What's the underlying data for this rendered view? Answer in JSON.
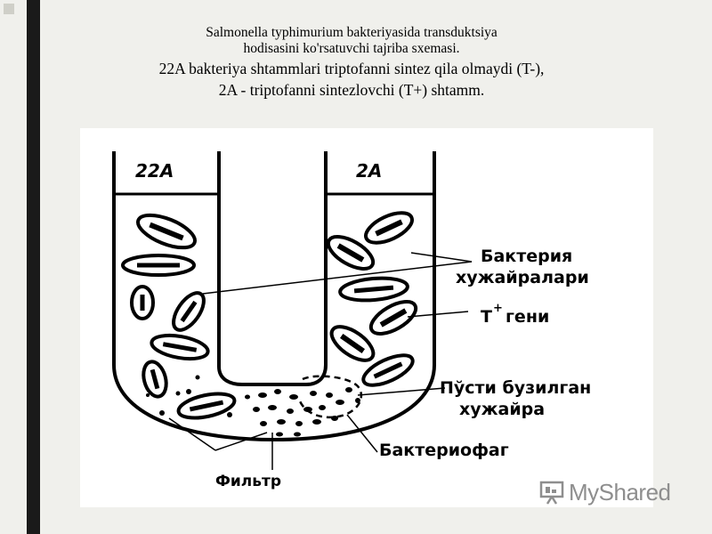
{
  "slide": {
    "title_line1": "Salmonella typhimurium bakteriyasida transduktsiya",
    "title_line2": "hodisasini ko'rsatuvchi tajriba sxemasi.",
    "title_line3": "22A bakteriya shtammlari triptofanni sintez qila olmaydi (T-),",
    "title_line4": "2A - triptofanni sintezlovchi (T+) shtamm."
  },
  "diagram": {
    "left_arm_label": "22A",
    "right_arm_label": "2A",
    "label_bacteria_line1": "Бактерия",
    "label_bacteria_line2": "хужайралари",
    "label_gene_t": "Т",
    "label_gene_plus": "+",
    "label_gene_word": "гени",
    "label_lysed_line1": "Пўсти бузилган",
    "label_lysed_line2": "хужайра",
    "label_phage": "Бактериофаг",
    "label_filter": "Фильтр"
  },
  "watermark": {
    "text": "MyShared",
    "icon": "presentation-board-icon"
  },
  "colors": {
    "ink": "#000000",
    "background": "#f0f0ec",
    "figure_bg": "#ffffff",
    "bar": "#1a1a1a",
    "watermark": "#8e8e8e"
  }
}
